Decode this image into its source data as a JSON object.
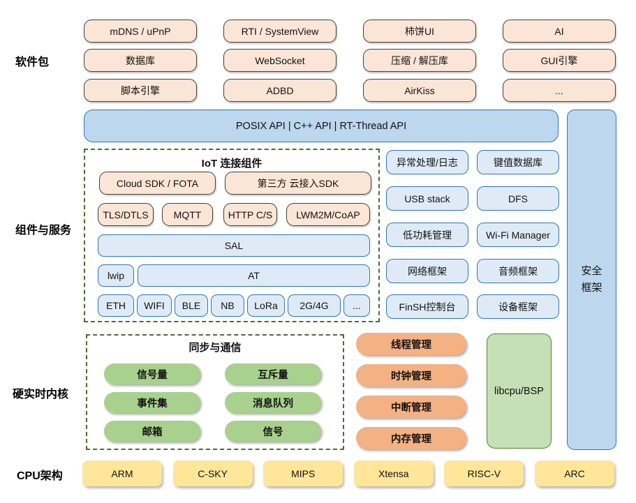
{
  "colors": {
    "peach": "#FBE5D6",
    "blue_light": "#DEEBF7",
    "blue_mid": "#BDD7EE",
    "blue_border": "#2E74B5",
    "green_pill": "#A9D18E",
    "green_box": "#C5E0B4",
    "green_border": "#538135",
    "orange_pill": "#F4B183",
    "yellow": "#FFE699",
    "dash_border": "#4E6B2F"
  },
  "side_labels": {
    "software_packages": "软件包",
    "components_services": "组件与服务",
    "realtime_kernel": "硬实时内核",
    "cpu_arch": "CPU架构"
  },
  "software_packages": {
    "rows": [
      [
        "mDNS / uPnP",
        "RTI / SystemView",
        "柿饼UI",
        "AI"
      ],
      [
        "数据库",
        "WebSocket",
        "压缩 / 解压库",
        "GUI引擎"
      ],
      [
        "脚本引擎",
        "ADBD",
        "AirKiss",
        "..."
      ]
    ]
  },
  "api_bar": {
    "label": "POSIX API  |  C++ API  |  RT-Thread API"
  },
  "security": {
    "lines": [
      "安全",
      "框架"
    ]
  },
  "iot": {
    "title": "IoT 连接组件",
    "sdk_row": [
      "Cloud SDK / FOTA",
      "第三方 云接入SDK"
    ],
    "protocol_row": [
      "TLS/DTLS",
      "MQTT",
      "HTTP C/S",
      "LWM2M/CoAP"
    ],
    "sal": "SAL",
    "lwip": "lwip",
    "at": "AT",
    "link_row": [
      "ETH",
      "WIFI",
      "BLE",
      "NB",
      "LoRa",
      "2G/4G",
      "..."
    ]
  },
  "services": {
    "rows": [
      [
        "异常处理/日志",
        "键值数据库"
      ],
      [
        "USB stack",
        "DFS"
      ],
      [
        "低功耗管理",
        "Wi-Fi Manager"
      ],
      [
        "网络框架",
        "音频框架"
      ],
      [
        "FinSH控制台",
        "设备框架"
      ]
    ]
  },
  "kernel": {
    "sync_title": "同步与通信",
    "sync_rows": [
      [
        "信号量",
        "互斥量"
      ],
      [
        "事件集",
        "消息队列"
      ],
      [
        "邮箱",
        "信号"
      ]
    ],
    "mgmt_items": [
      "线程管理",
      "时钟管理",
      "中断管理",
      "内存管理"
    ],
    "libcpu": "libcpu/BSP"
  },
  "cpu_row": [
    "ARM",
    "C-SKY",
    "MIPS",
    "Xtensa",
    "RISC-V",
    "ARC"
  ]
}
